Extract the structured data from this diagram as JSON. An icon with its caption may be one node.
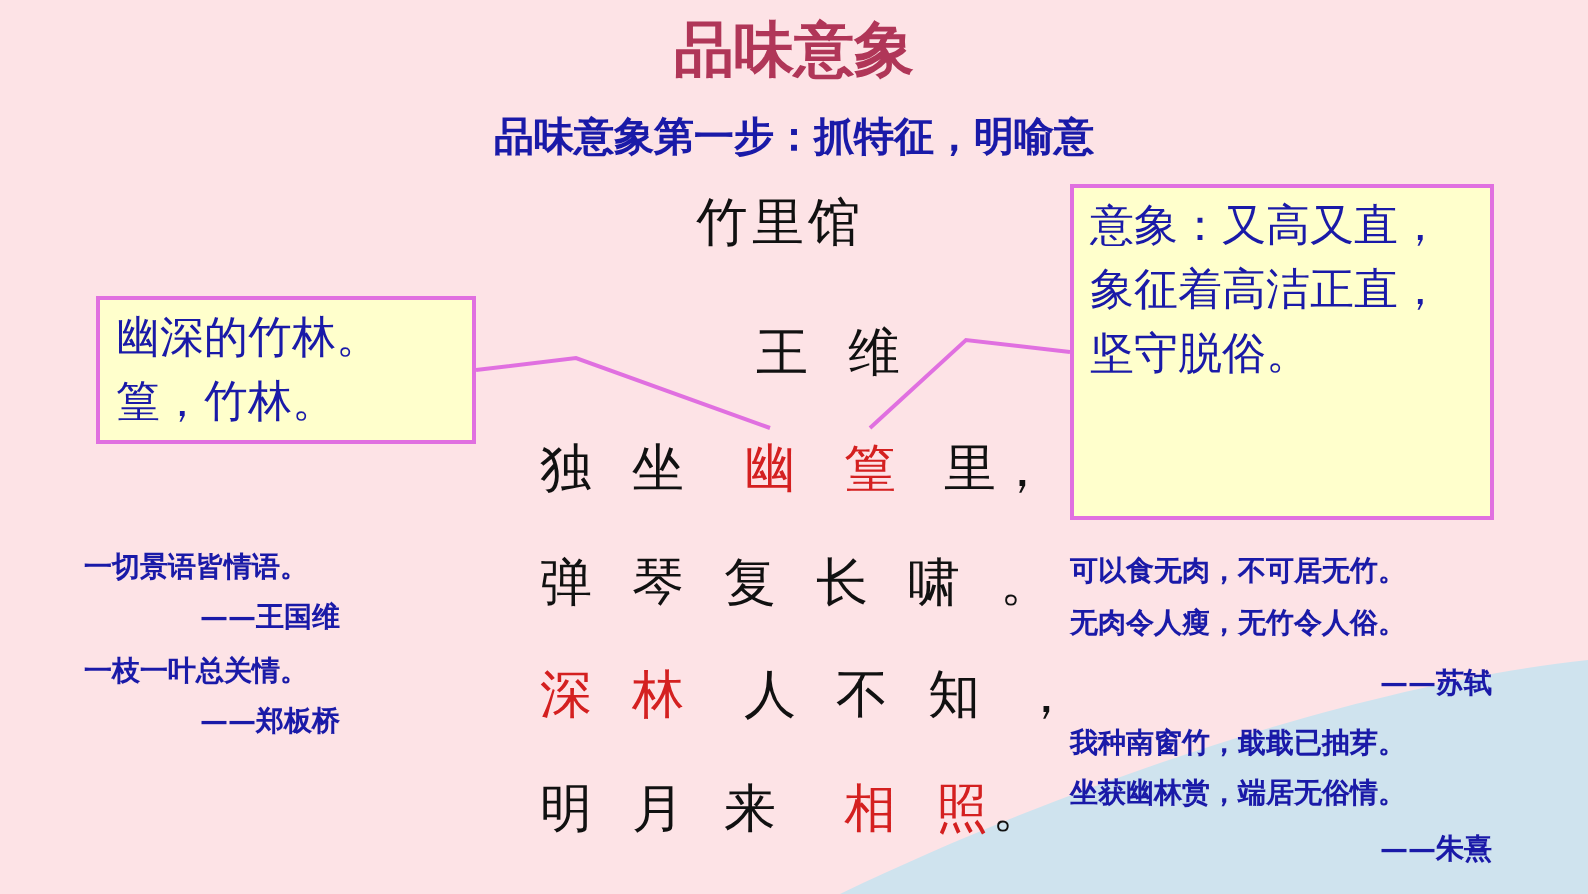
{
  "diagram": {
    "title": "品味意象",
    "nodes": [
      {
        "text": [
          "幽深的竹林。篁，竹林。"
        ]
      },
      {
        "text": [
          "意象：又高又直，象征着高洁正直，坚守脱俗。"
        ]
      },
      {
        "text": [
          "幽"
        ]
      },
      {
        "text": [
          "篁"
        ]
      }
    ],
    "edges": [
      {
        "from": 0,
        "to": 2,
        "arrow": "none"
      },
      {
        "from": 1,
        "to": 3,
        "arrow": "none"
      }
    ],
    "labels": [
      "品味意象第一步：抓特征，明喻意",
      "竹里馆",
      "王维",
      "独坐",
      "里，",
      "弹琴复长啸。",
      "深林",
      "人不知，",
      "明月来",
      "相照",
      "。",
      "一切景语皆情语。",
      "——王国维",
      "一枝一叶总关情。",
      "——郑板桥",
      "可以食无肉，不可居无竹。",
      "无肉令人瘦，无竹令人俗。",
      "——苏轼",
      "我种南窗竹，戢戢已抽芽。",
      "坐获幽林赏，端居无俗情。",
      "——朱熹"
    ]
  }
}
